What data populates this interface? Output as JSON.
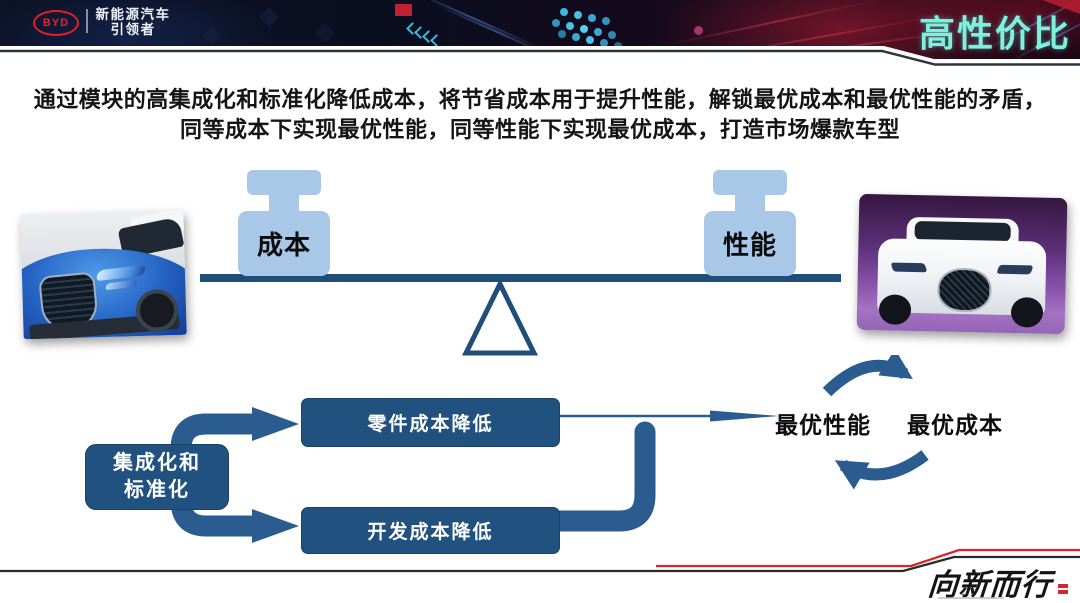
{
  "header": {
    "logo_text": "BYD",
    "brand_line1": "新能源汽车",
    "brand_line2": "引领者",
    "page_title": "高性价比"
  },
  "intro": {
    "line1": "通过模块的高集成化和标准化降低成本，将节省成本用于提升性能，解锁最优成本和最优性能的矛盾，",
    "line2": "同等成本下实现最优性能，同等性能下实现最优成本，打造市场爆款车型"
  },
  "balance": {
    "left_weight": "成本",
    "right_weight": "性能"
  },
  "flow": {
    "source_line1": "集成化和",
    "source_line2": "标准化",
    "branch1": "零件成本降低",
    "branch2": "开发成本降低",
    "result1": "最优性能",
    "result2": "最优成本"
  },
  "footer": {
    "slogan": "向新而行"
  },
  "colors": {
    "header_background": "#0c1226",
    "page_title_cyan": "#7ff0de",
    "logo_red": "#e01f26",
    "beam_navy": "#1f4e79",
    "weight_light_blue": "#a9c7e6",
    "flow_box_navy": "#21517f",
    "connector_blue": "#2a5c8f",
    "footer_red_line": "#d8262c",
    "footer_black_line": "#2a2a2a"
  }
}
